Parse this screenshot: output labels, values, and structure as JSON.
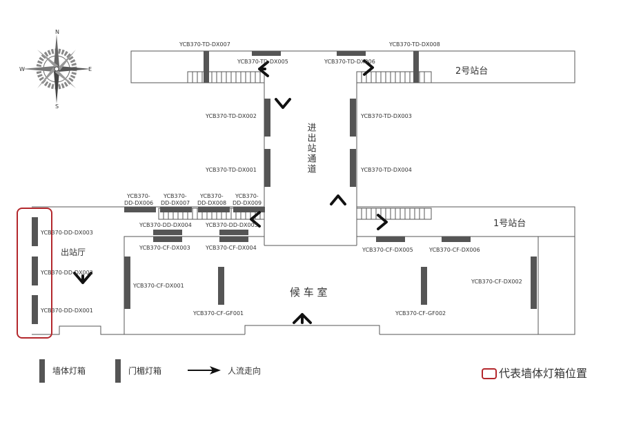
{
  "compass": {
    "n": "N",
    "s": "S",
    "e": "E",
    "w": "W"
  },
  "areas": {
    "platform2": "2号站台",
    "platform1": "1号站台",
    "passage": "进出站通道",
    "exit_hall": "出站厅",
    "waiting_room": "候 车 室"
  },
  "labels": {
    "td007": "YCB370-TD-DX007",
    "td008": "YCB370-TD-DX008",
    "td005": "YCB370-TD-DX005",
    "td006": "YCB370-TD-DX006",
    "td002": "YCB370-TD-DX002",
    "td003": "YCB370-TD-DX003",
    "td001": "YCB370-TD-DX001",
    "td004": "YCB370-TD-DX004",
    "dd006": [
      "YCB370-",
      "DD-DX006"
    ],
    "dd007": [
      "YCB370-",
      "DD-DX007"
    ],
    "dd008": [
      "YCB370-",
      "DD-DX008"
    ],
    "dd009": [
      "YCB370-",
      "DD-DX009"
    ],
    "dd004": "YCB370-DD-DX004",
    "dd005": "YCB370-DD-DX005",
    "dd003": "YCB370-DD-DX003",
    "dd002": "YCB370-DD-DX002",
    "dd001": "YCB370-DD-DX001",
    "cf003": "YCB370-CF-DX003",
    "cf004": "YCB370-CF-DX004",
    "cf005": "YCB370-CF-DX005",
    "cf006": "YCB370-CF-DX006",
    "cf001": "YCB370-CF-DX001",
    "cf002": "YCB370-CF-DX002",
    "gf001": "YCB370-CF-GF001",
    "gf002": "YCB370-CF-GF002"
  },
  "legend": {
    "wall_box": "墙体灯箱",
    "door_box": "门楣灯箱",
    "flow": "人流走向",
    "highlight": "代表墙体灯箱位置"
  },
  "colors": {
    "box": "#555555",
    "highlight": "#b3262b",
    "wall": "#555555"
  }
}
